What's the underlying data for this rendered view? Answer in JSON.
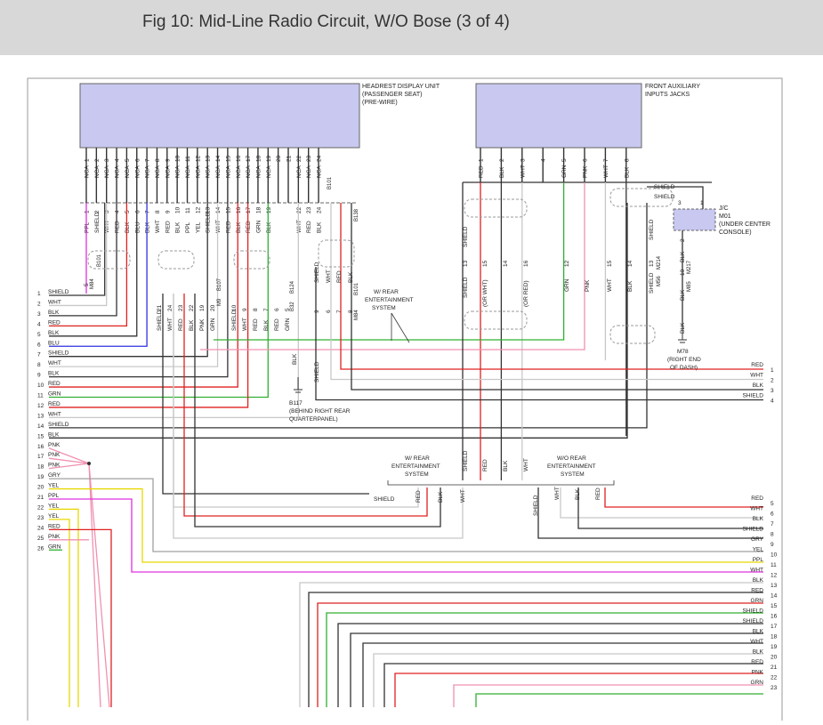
{
  "title": "Fig 10: Mid-Line Radio Circuit, W/O Bose (3 of 4)",
  "colors": {
    "header_bg": "#d8d8d8",
    "connector_fill": "#c8c8f0",
    "connector_stroke": "#666666",
    "border": "#999999",
    "RED": "#e02020",
    "WHT": "#c8c8c8",
    "BLK": "#333333",
    "BLU": "#3030e0",
    "GRN": "#30b030",
    "YEL": "#e8d800",
    "PPL": "#e030e0",
    "PNK": "#f090b0",
    "GRY": "#a0a0a0",
    "SHIELD": "#333333"
  },
  "components": {
    "headrest": {
      "lines": [
        "HEADREST DISPLAY UNIT",
        "(PASSENGER SEAT)",
        "(PRE-WIRE)"
      ]
    },
    "aux": {
      "lines": [
        "FRONT AUXILIARY",
        "INPUTS JACKS"
      ]
    },
    "jc": {
      "lines": [
        "J/C",
        "M01",
        "(UNDER CENTER",
        "CONSOLE)"
      ]
    },
    "ground_b117": {
      "lines": [
        "B117",
        "(BEHIND RIGHT REAR",
        "QUARTERPANEL)"
      ]
    },
    "ground_m78": {
      "lines": [
        "M78",
        "(RIGHT END",
        "OF DASH)"
      ]
    }
  },
  "notes": {
    "w_rear_1": [
      "W/ REAR",
      "ENTERTAINMENT",
      "SYSTEM"
    ],
    "w_rear_2": [
      "W/ REAR",
      "ENTERTAINMENT",
      "SYSTEM"
    ],
    "wo_rear": [
      "W/O REAR",
      "ENTERTAINMENT",
      "SYSTEM"
    ]
  },
  "headrest_pins": [
    {
      "label": "NCA",
      "num": "1"
    },
    {
      "label": "NCA",
      "num": "2"
    },
    {
      "label": "NCA",
      "num": "3"
    },
    {
      "label": "NCA",
      "num": "4"
    },
    {
      "label": "NCA",
      "num": "5"
    },
    {
      "label": "NCA",
      "num": "6"
    },
    {
      "label": "NCA",
      "num": "7"
    },
    {
      "label": "NCA",
      "num": "8"
    },
    {
      "label": "NCA",
      "num": "9"
    },
    {
      "label": "NCA",
      "num": "10"
    },
    {
      "label": "NCA",
      "num": "11"
    },
    {
      "label": "NCA",
      "num": "12"
    },
    {
      "label": "NCA",
      "num": "13"
    },
    {
      "label": "NCA",
      "num": "14"
    },
    {
      "label": "NCA",
      "num": "15"
    },
    {
      "label": "NCA",
      "num": "16"
    },
    {
      "label": "NCA",
      "num": "17"
    },
    {
      "label": "NCA",
      "num": "18"
    },
    {
      "label": "NCA",
      "num": "19"
    },
    {
      "label": "",
      "num": "20"
    },
    {
      "label": "",
      "num": "21"
    },
    {
      "label": "NCA",
      "num": "22"
    },
    {
      "label": "NCA",
      "num": "23"
    },
    {
      "label": "NCA",
      "num": "24"
    }
  ],
  "headrest_wires": [
    {
      "label": "PPL",
      "num": "1"
    },
    {
      "label": "SHIELD",
      "num": "2"
    },
    {
      "label": "WHT",
      "num": "3"
    },
    {
      "label": "RED",
      "num": "4"
    },
    {
      "label": "BLK",
      "num": "5"
    },
    {
      "label": "BLU",
      "num": "6"
    },
    {
      "label": "BLK",
      "num": "7"
    },
    {
      "label": "WHT",
      "num": "8"
    },
    {
      "label": "RED",
      "num": "9"
    },
    {
      "label": "BLK",
      "num": "10"
    },
    {
      "label": "PPL",
      "num": "11"
    },
    {
      "label": "YEL",
      "num": "12"
    },
    {
      "label": "SHIELD",
      "num": "13"
    },
    {
      "label": "WHT",
      "num": "14"
    },
    {
      "label": "RED",
      "num": "15"
    },
    {
      "label": "BLK",
      "num": "16"
    },
    {
      "label": "RED",
      "num": "17"
    },
    {
      "label": "GRN",
      "num": "18"
    },
    {
      "label": "BLK",
      "num": "19"
    },
    {
      "label": "",
      "num": ""
    },
    {
      "label": "",
      "num": ""
    },
    {
      "label": "WHT",
      "num": "22"
    },
    {
      "label": "RED",
      "num": "23"
    },
    {
      "label": "BLK",
      "num": "24"
    }
  ],
  "aux_pins": [
    {
      "label": "RED",
      "num": "1"
    },
    {
      "label": "BLK",
      "num": "2"
    },
    {
      "label": "WHT",
      "num": "3"
    },
    {
      "label": "",
      "num": "4"
    },
    {
      "label": "GRN",
      "num": "5"
    },
    {
      "label": "PNK",
      "num": "6"
    },
    {
      "label": "WHT",
      "num": "7"
    },
    {
      "label": "BLK",
      "num": "8"
    }
  ],
  "connector_ids": {
    "b101": "B101",
    "m84_a": "M84",
    "b138": "B138",
    "b101_b": "B101",
    "m84_b": "M84",
    "b107": "B107",
    "m9": "M9",
    "b124": "B124",
    "b32": "B32",
    "m214": "M214",
    "m56": "M56",
    "m217": "M217",
    "m85": "M85"
  },
  "left_rows": [
    {
      "num": "1",
      "label": "SHIELD"
    },
    {
      "num": "2",
      "label": "WHT"
    },
    {
      "num": "3",
      "label": "BLK"
    },
    {
      "num": "4",
      "label": "RED"
    },
    {
      "num": "5",
      "label": "BLK"
    },
    {
      "num": "6",
      "label": "BLU"
    },
    {
      "num": "7",
      "label": "SHIELD"
    },
    {
      "num": "8",
      "label": "WHT"
    },
    {
      "num": "9",
      "label": "BLK"
    },
    {
      "num": "10",
      "label": "RED"
    },
    {
      "num": "11",
      "label": "GRN"
    },
    {
      "num": "12",
      "label": "RED"
    },
    {
      "num": "13",
      "label": "WHT"
    },
    {
      "num": "14",
      "label": "SHIELD"
    },
    {
      "num": "15",
      "label": "BLK"
    },
    {
      "num": "16",
      "label": "PNK"
    },
    {
      "num": "17",
      "label": "PNK"
    },
    {
      "num": "18",
      "label": "PNK"
    },
    {
      "num": "19",
      "label": "GRY"
    },
    {
      "num": "20",
      "label": "YEL"
    },
    {
      "num": "21",
      "label": "PPL"
    },
    {
      "num": "22",
      "label": "YEL"
    },
    {
      "num": "23",
      "label": "YEL"
    },
    {
      "num": "24",
      "label": "RED"
    },
    {
      "num": "25",
      "label": "PNK"
    },
    {
      "num": "26",
      "label": "GRN"
    }
  ],
  "right_rows": [
    {
      "num": "1",
      "label": "RED"
    },
    {
      "num": "2",
      "label": "WHT"
    },
    {
      "num": "3",
      "label": "BLK"
    },
    {
      "num": "4",
      "label": "SHIELD"
    },
    {
      "num": "5",
      "label": "RED"
    },
    {
      "num": "6",
      "label": "WHT"
    },
    {
      "num": "7",
      "label": "BLK"
    },
    {
      "num": "8",
      "label": "SHIELD"
    },
    {
      "num": "9",
      "label": "GRY"
    },
    {
      "num": "10",
      "label": "YEL"
    },
    {
      "num": "11",
      "label": "PPL"
    },
    {
      "num": "12",
      "label": "WHT"
    },
    {
      "num": "13",
      "label": "BLK"
    },
    {
      "num": "14",
      "label": "RED"
    },
    {
      "num": "15",
      "label": "GRN"
    },
    {
      "num": "16",
      "label": "SHIELD"
    },
    {
      "num": "17",
      "label": "SHIELD"
    },
    {
      "num": "18",
      "label": "BLK"
    },
    {
      "num": "19",
      "label": "WHT"
    },
    {
      "num": "20",
      "label": "BLK"
    },
    {
      "num": "21",
      "label": "RED"
    },
    {
      "num": "22",
      "label": "PNK"
    },
    {
      "num": "23",
      "label": "GRN"
    }
  ],
  "inline_labels": {
    "m84_pin": "5",
    "sh21": "SHIELD",
    "n21": "21",
    "w24": "WHT",
    "n24": "24",
    "r23": "RED",
    "n23": "23",
    "b22": "BLK",
    "n22": "22",
    "p19": "PNK",
    "n19": "19",
    "g20": "GRN",
    "n20": "20",
    "sh10": "SHIELD",
    "n10": "10",
    "w9": "WHT",
    "n9": "9",
    "r8": "RED",
    "n8": "8",
    "b7": "BLK",
    "n7": "7",
    "r6": "RED",
    "n6": "6",
    "g5": "GRN",
    "n5": "5",
    "sh_b": "SHIELD",
    "w_b": "WHT",
    "r_b": "RED",
    "b_b": "BLK",
    "b_gnd": "BLK",
    "sh_gnd": "SHIELD",
    "n9b": "9",
    "n6b": "6",
    "n7b": "7",
    "n8b": "8",
    "sh_aux": "SHIELD",
    "n13": "13",
    "n15": "15",
    "orwht": "(OR WHT)",
    "n14": "14",
    "n16": "16",
    "orred": "(OR RED)",
    "n12": "12",
    "grn12": "GRN",
    "pnk_a": "PNK",
    "wht_a": "WHT",
    "blk_a": "BLK",
    "n15b": "15",
    "n14b": "14",
    "sh_a2": "SHIELD",
    "n13b": "13",
    "shield1": "SHIELD",
    "shield2": "SHIELD",
    "n3": "3",
    "n1": "1",
    "n2": "2",
    "blk_jc": "BLK",
    "blk_m85": "BLK",
    "n10b": "10",
    "n2b": "2",
    "blk_m78": "BLK",
    "sh_v1": "SHIELD",
    "red_v1": "RED",
    "blk_v1": "BLK",
    "wht_v1": "WHT",
    "shield_h1": "SHIELD",
    "red_h1": "RED",
    "blk_h1": "BLK",
    "wht_h1": "WHT",
    "sh_h2": "SHIELD",
    "wht_h2": "WHT",
    "blk_h2": "BLK",
    "red_h2": "RED",
    "sh_v2": "SHIELD"
  }
}
